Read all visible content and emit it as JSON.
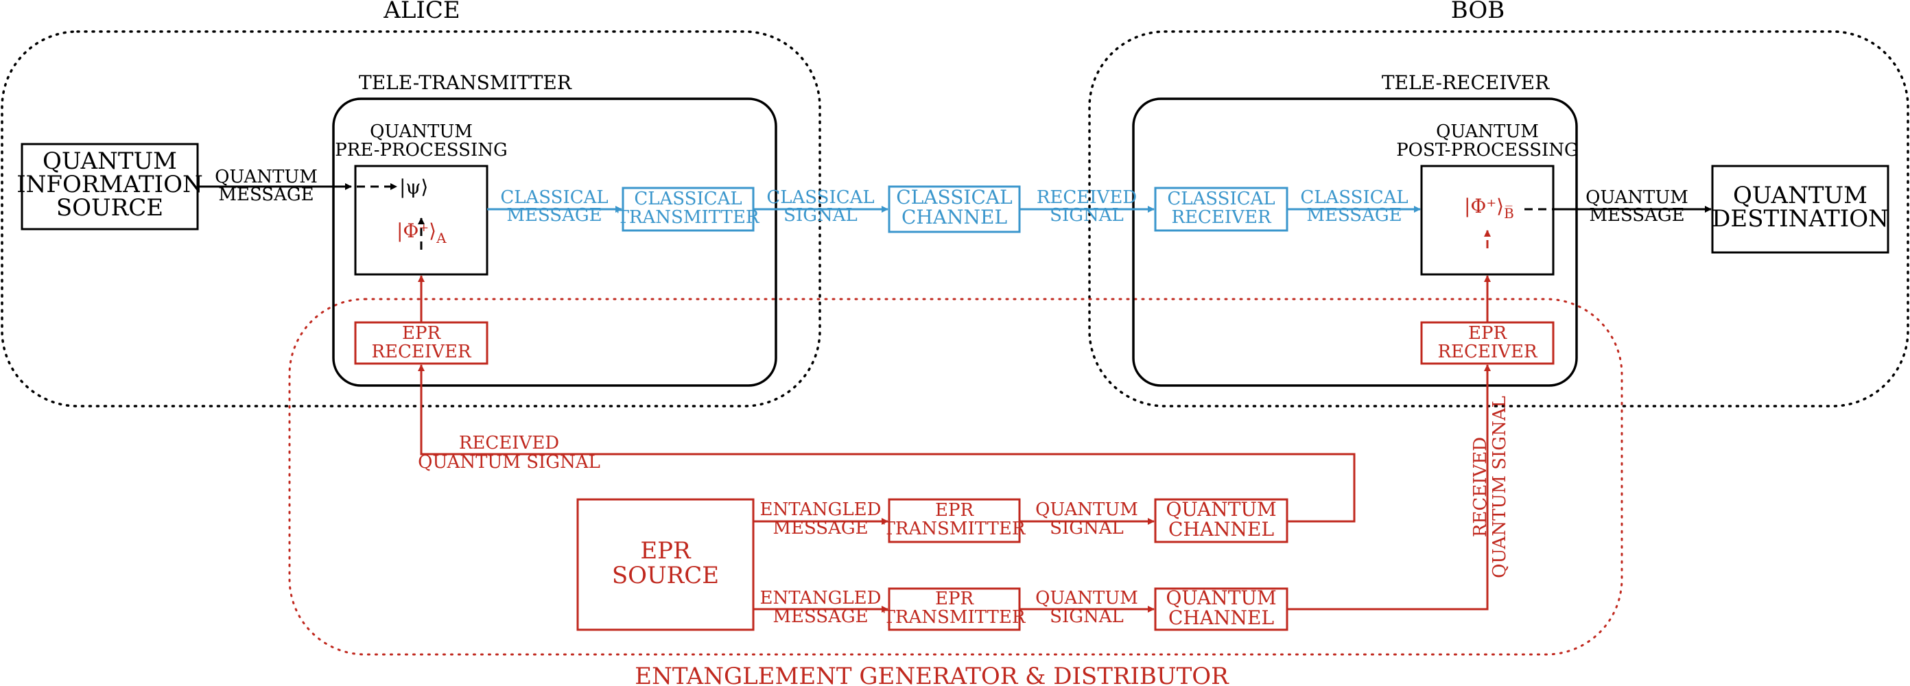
{
  "regions": {
    "alice": "ALICE",
    "bob": "BOB",
    "egd": "ENTANGLEMENT GENERATOR & DISTRIBUTOR",
    "tele_transmitter": "TELE-TRANSMITTER",
    "tele_receiver": "TELE-RECEIVER"
  },
  "boxes": {
    "qis": [
      "QUANTUM",
      "INFORMATION",
      "SOURCE"
    ],
    "pre": [
      "QUANTUM",
      "PRE-PROCESSING"
    ],
    "ctx": [
      "CLASSICAL",
      "TRANSMITTER"
    ],
    "cch": [
      "CLASSICAL",
      "CHANNEL"
    ],
    "crx": [
      "CLASSICAL",
      "RECEIVER"
    ],
    "post": [
      "QUANTUM",
      "POST-PROCESSING"
    ],
    "qdest": [
      "QUANTUM",
      "DESTINATION"
    ],
    "eprrx_a": [
      "EPR",
      "RECEIVER"
    ],
    "eprrx_b": [
      "EPR",
      "RECEIVER"
    ],
    "eprsrc": [
      "EPR",
      "SOURCE"
    ],
    "eprtx1": [
      "EPR",
      "TRANSMITTER"
    ],
    "eprtx2": [
      "EPR",
      "TRANSMITTER"
    ],
    "qch1": [
      "QUANTUM",
      "CHANNEL"
    ],
    "qch2": [
      "QUANTUM",
      "CHANNEL"
    ]
  },
  "states": {
    "psi": "|ψ⟩",
    "phi_a": "|Φ⁺⟩",
    "phi_a_sub": "A",
    "phi_b": "|Φ⁺⟩",
    "phi_b_sub": "B̅"
  },
  "edges": {
    "qmsg_in": [
      "QUANTUM",
      "MESSAGE"
    ],
    "cmsg_a": [
      "CLASSICAL",
      "MESSAGE"
    ],
    "csig": [
      "CLASSICAL",
      "SIGNAL"
    ],
    "rsig": [
      "RECEIVED",
      "SIGNAL"
    ],
    "cmsg_b": [
      "CLASSICAL",
      "MESSAGE"
    ],
    "qmsg_out": [
      "QUANTUM",
      "MESSAGE"
    ],
    "rqs_a": [
      "RECEIVED",
      "QUANTUM SIGNAL"
    ],
    "rqs_b": [
      "RECEIVED",
      "QUANTUM SIGNAL"
    ],
    "ent1": [
      "ENTANGLED",
      "MESSAGE"
    ],
    "ent2": [
      "ENTANGLED",
      "MESSAGE"
    ],
    "qsig1": [
      "QUANTUM",
      "SIGNAL"
    ],
    "qsig2": [
      "QUANTUM",
      "SIGNAL"
    ]
  },
  "colors": {
    "quantum": "#000000",
    "classical": "#3a96cc",
    "entanglement": "#c0281e"
  }
}
